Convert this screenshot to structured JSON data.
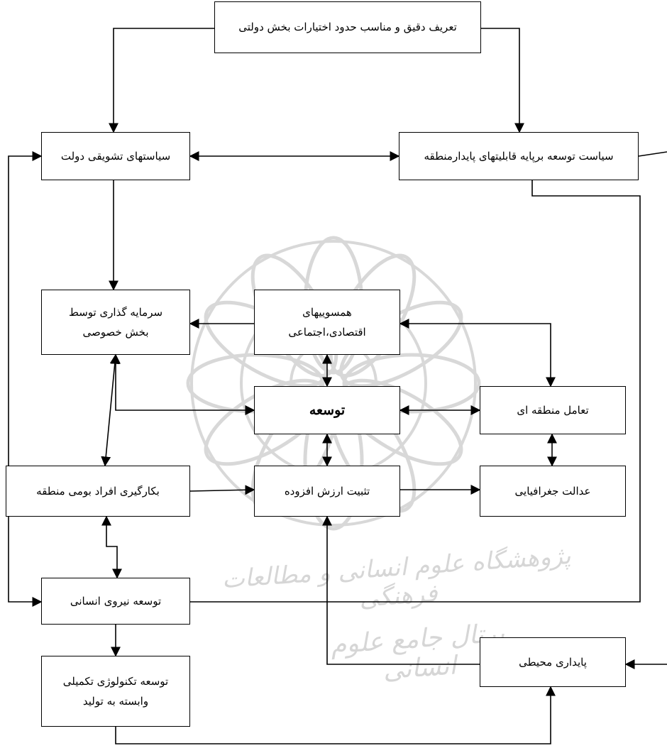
{
  "nodes": {
    "govt_authority": "تعریف دقیق و مناسب حدود اختیارات بخش دولتی",
    "incentive_policies": "سیاستهای تشویقی دولت",
    "sustainable_capability_policy": "سیاست توسعه برپایه قابلیتهای پایدارمنطقه",
    "private_investment": "سرمایه گذاری توسط\nبخش خصوصی",
    "socioeconomic_convergence": "همسوییهای\nاقتصادی،اجتماعی",
    "development": "توسعه",
    "regional_interaction": "تعامل منطقه ای",
    "local_employment": "بکارگیری افراد بومی منطقه",
    "value_added": "تثبیت ارزش افزوده",
    "geographic_justice": "عدالت جغرافیایی",
    "human_resource_dev": "توسعه نیروی انسانی",
    "complementary_tech": "توسعه تکنولوژی تکمیلی\nوابسته به تولید",
    "environmental_sustainability": "پایداری محیطی"
  },
  "watermark": {
    "line1": "پژوهشگاه علوم انسانی و مطالعات فرهنگی",
    "line2": "پرتال جامع علوم انسانی"
  },
  "colors": {
    "line": "#000000",
    "watermark": "#d8d8d8"
  }
}
